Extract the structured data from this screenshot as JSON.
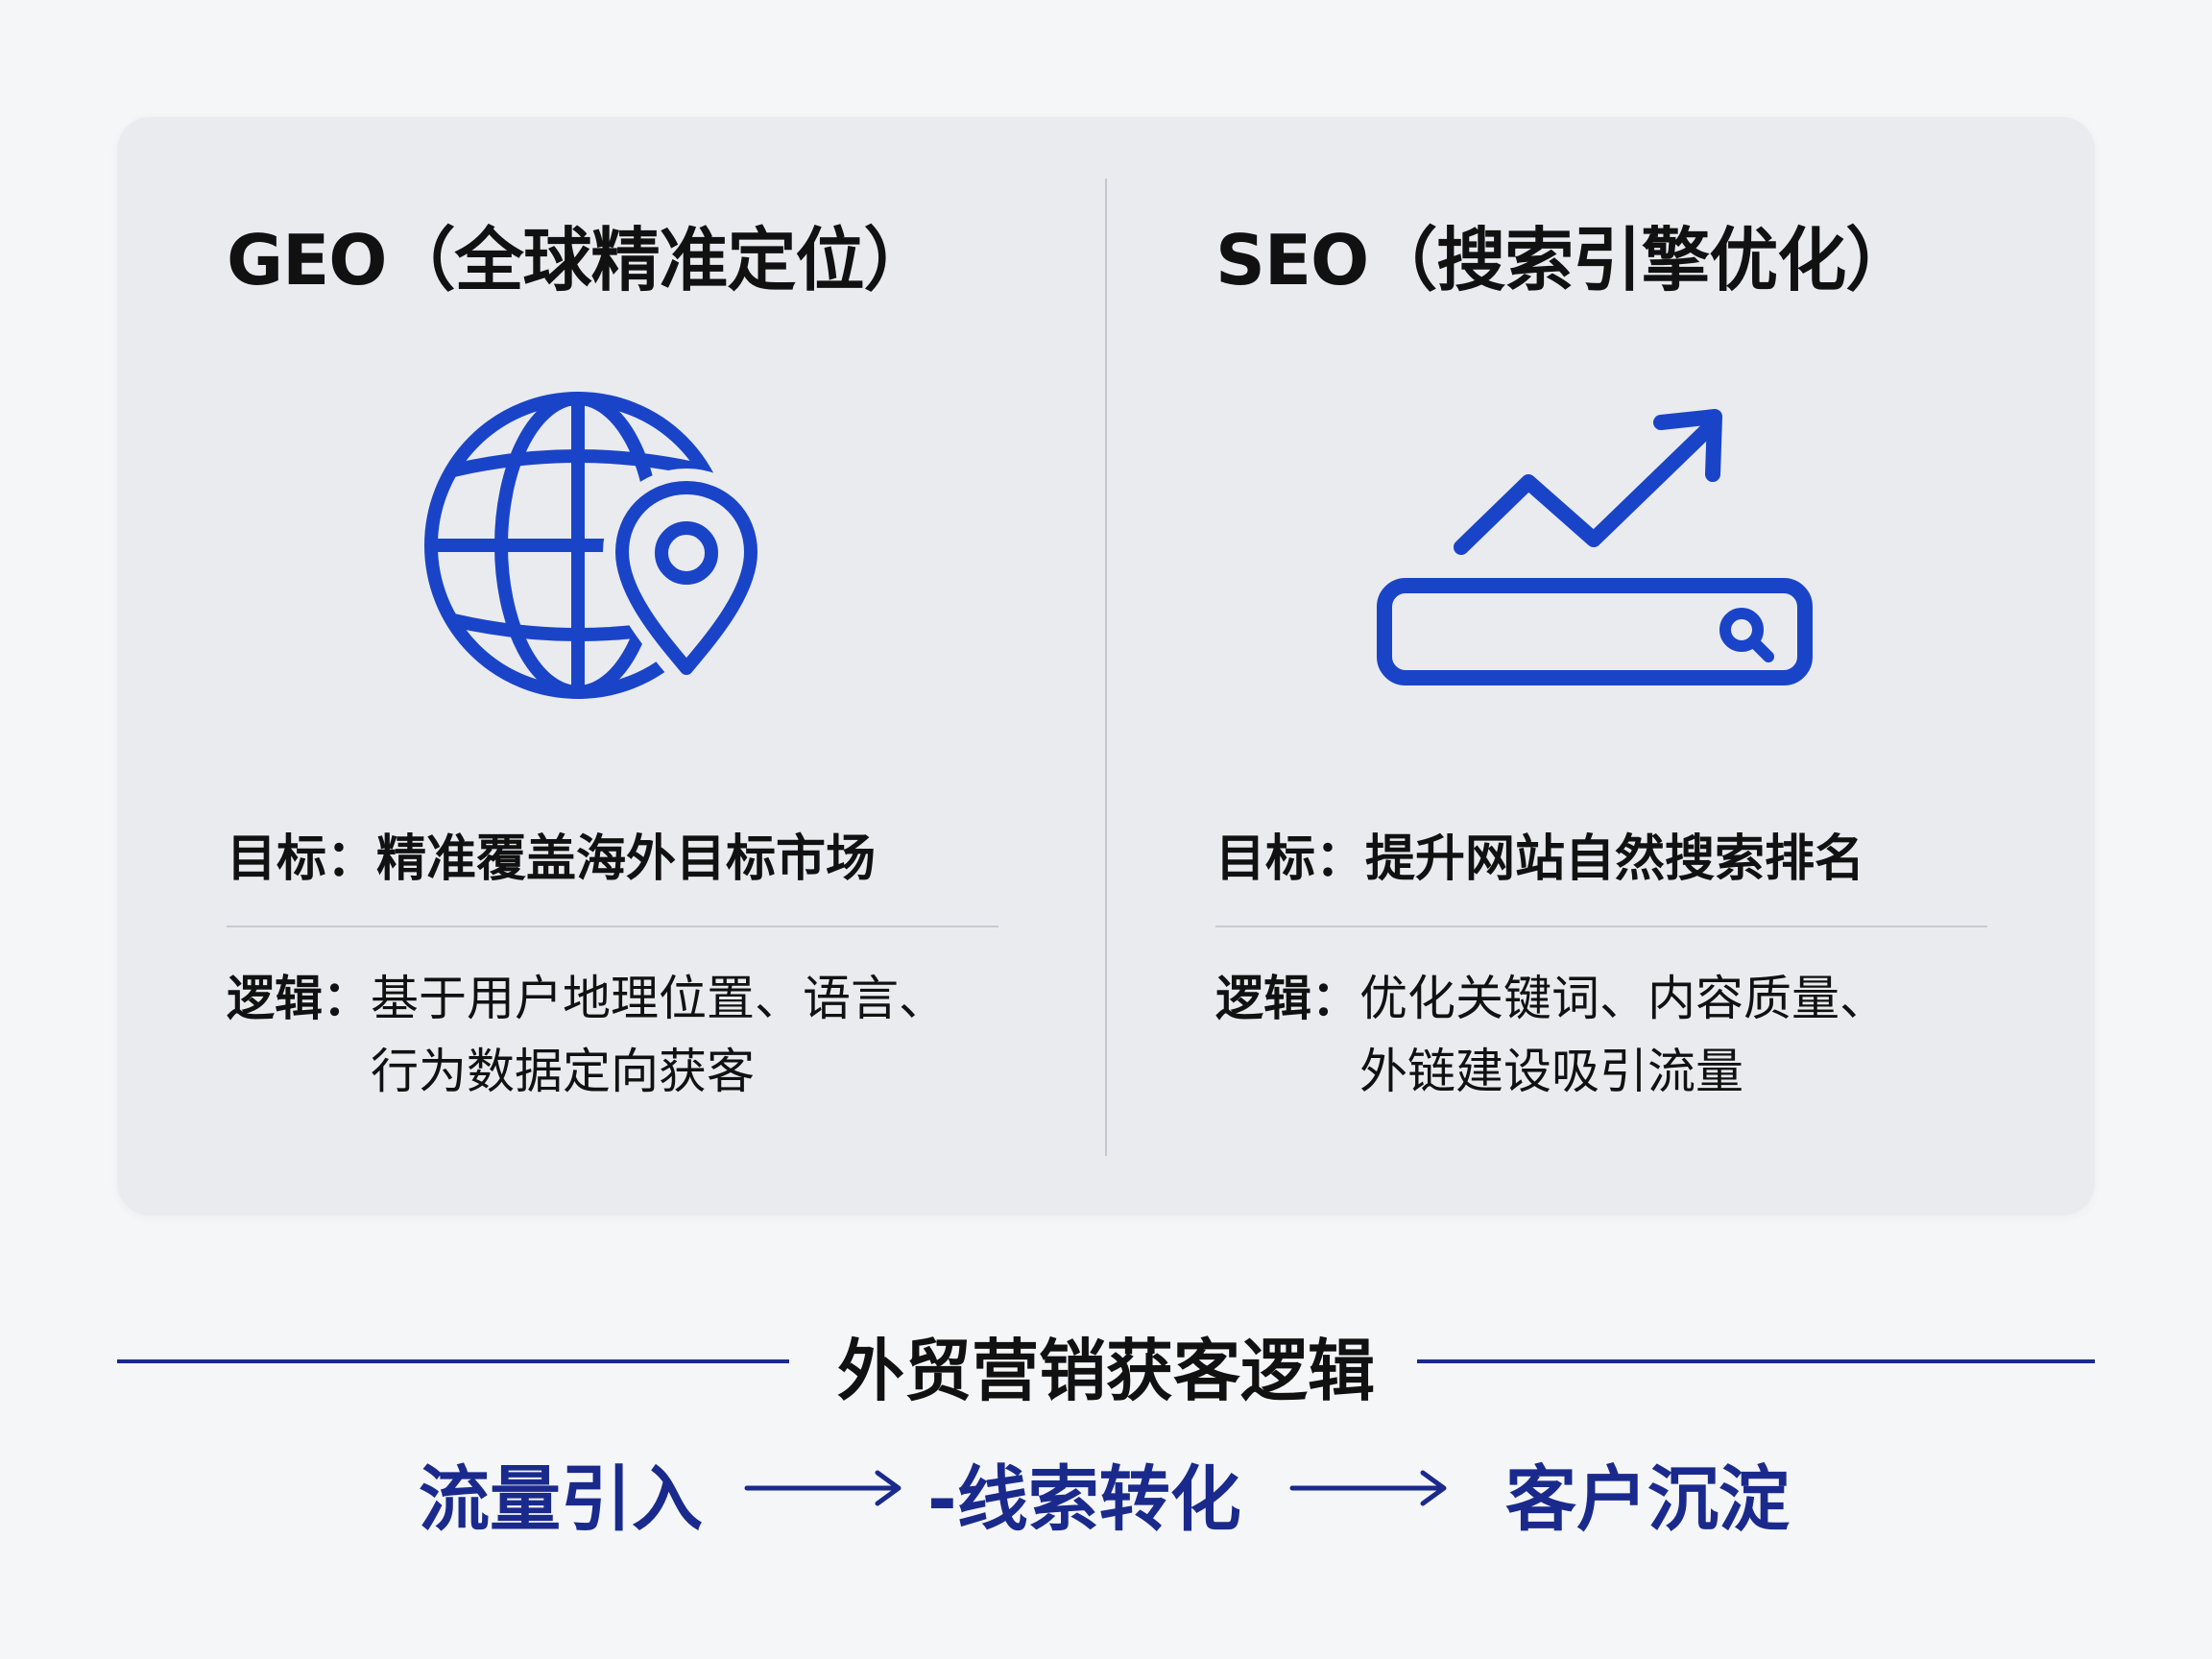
{
  "geo": {
    "title": "GEO（全球精准定位）",
    "icon": "globe-location-pin-icon",
    "goal_label": "目标：",
    "goal_text": "精准覆盖海外目标市场",
    "logic_label": "逻辑：",
    "logic_line1": "基于用户地理位置、语言、",
    "logic_line2": "行为数据定向获客"
  },
  "seo": {
    "title": "SEO（搜索引擎优化）",
    "icon": "trending-up-search-bar-icon",
    "goal_label": "目标：",
    "goal_text": "提升网站自然搜索排名",
    "logic_label": "逻辑：",
    "logic_line1": "优化关键词、内容质量、",
    "logic_line2": "外链建设吸引流量"
  },
  "bottom": {
    "title": "外贸营销获客逻辑",
    "flow": [
      "流量引入",
      "-线索转化",
      "客户沉淀"
    ],
    "arrow_icon": "arrow-right-icon"
  },
  "colors": {
    "icon_blue": "#1a44c8",
    "flow_blue": "#1a2a8c",
    "card_bg": "#e9ebef"
  }
}
